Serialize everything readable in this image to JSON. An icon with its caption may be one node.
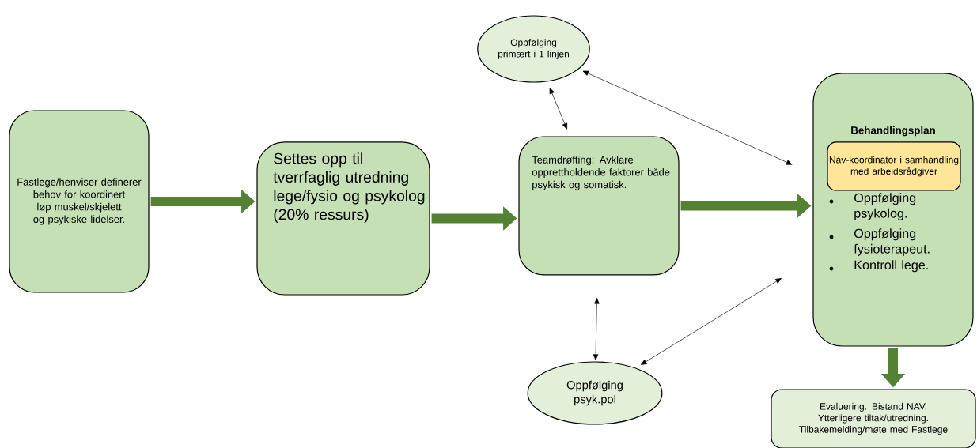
{
  "diagram": {
    "nodes": [
      {
        "text": [
          "Fastlege/henviser definerer behov for koordinert løp muskel/skjelett og psykiske lidelser."
        ]
      },
      {
        "text": [
          "Settes opp til tverrfaglig utredning lege/fysio og psykolog (20% ressurs)"
        ]
      },
      {
        "text": [
          "Teamdrøfting: Avklare opprettholdende faktorer både psykisk og somatisk."
        ]
      },
      {
        "text": [
          "Behandlingsplan",
          "Oppfølging psykolog.",
          "Oppfølging fysioterapeut.",
          "Kontroll lege."
        ]
      },
      {
        "text": [
          "Nav-koordinator i samhandling med arbeidsrådgiver"
        ],
        "in": 3
      },
      {
        "text": [
          "Oppfølging primært i 1 linjen"
        ]
      },
      {
        "text": [
          "Oppfølging psyk.pol"
        ]
      },
      {
        "text": [
          "Evaluering. Bistand NAV. Ytterligere tiltak/utredning. Tilbakemelding/møte med Fastlege"
        ]
      }
    ],
    "edges": [
      {
        "from": 0,
        "to": 1,
        "arrow": "to",
        "style": "thick",
        "color": "#548235"
      },
      {
        "from": 1,
        "to": 2,
        "arrow": "to",
        "style": "thick",
        "color": "#548235"
      },
      {
        "from": 2,
        "to": 3,
        "arrow": "to",
        "style": "thick",
        "color": "#548235"
      },
      {
        "from": 3,
        "to": 7,
        "arrow": "to",
        "style": "thick",
        "color": "#548235"
      },
      {
        "from": 5,
        "to": 2,
        "arrow": "both",
        "color": "#000000"
      },
      {
        "from": 5,
        "to": 3,
        "arrow": "both",
        "color": "#000000"
      },
      {
        "from": 2,
        "to": 6,
        "arrow": "both",
        "color": "#000000"
      },
      {
        "from": 6,
        "to": 3,
        "arrow": "both",
        "color": "#000000"
      }
    ]
  }
}
